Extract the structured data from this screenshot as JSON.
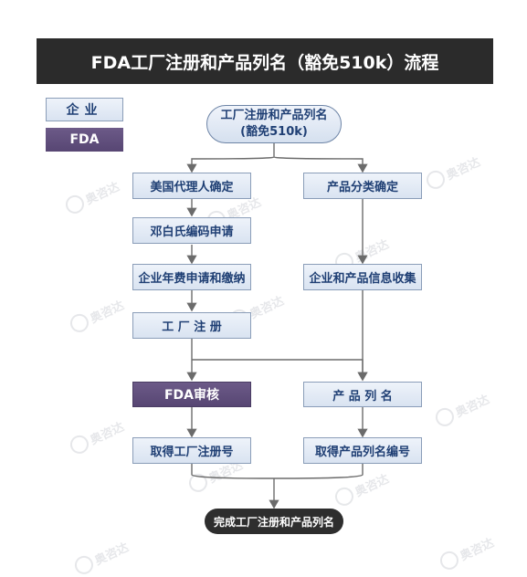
{
  "title": "FDA工厂注册和产品列名（豁免510k）流程",
  "legend": {
    "company": "企业",
    "fda": "FDA"
  },
  "nodes": {
    "start_line1": "工厂注册和产品列名",
    "start_line2": "(豁免510k)",
    "us_agent": "美国代理人确定",
    "duns": "邓白氏编码申请",
    "fee": "企业年费申请和缴纳",
    "factory_reg": "工 厂 注 册",
    "fda_review": "FDA审核",
    "get_reg_no": "取得工厂注册号",
    "classify": "产品分类确定",
    "info_collect": "企业和产品信息收集",
    "product_list": "产 品 列 名",
    "get_list_no": "取得产品列名编号",
    "end": "完成工厂注册和产品列名"
  },
  "watermark": "奥咨达",
  "colors": {
    "company_box": "#dfe7f3",
    "fda_box": "#5f4e7c",
    "title_bg": "#2b2b2b",
    "line": "#6b6b6b"
  }
}
